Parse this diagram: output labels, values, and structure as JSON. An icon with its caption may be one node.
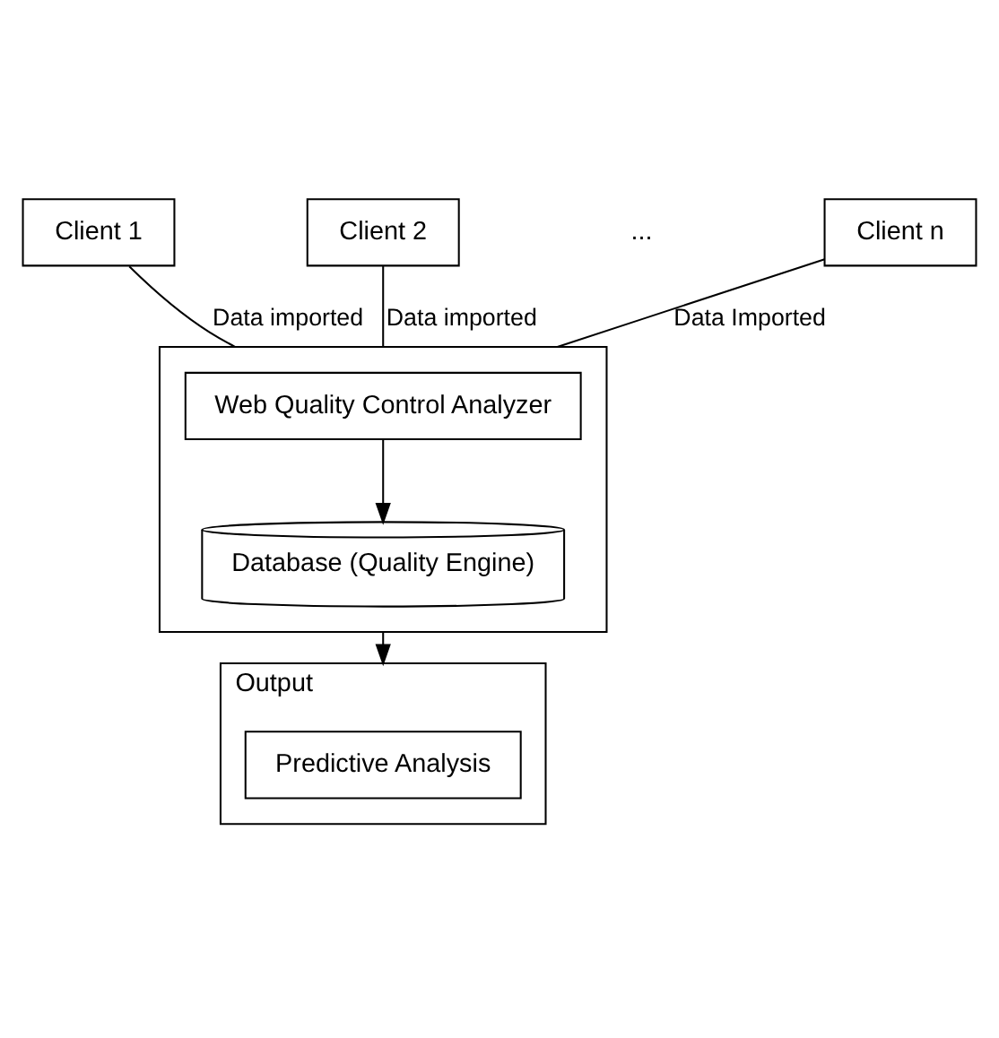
{
  "diagram": {
    "nodes": [
      {
        "text": [
          "Client 1"
        ]
      },
      {
        "text": [
          "Client 2"
        ]
      },
      {
        "text": [
          "Client n"
        ]
      },
      {
        "text": [],
        "shape": "box"
      },
      {
        "text": [
          "Web Quality Control Analyzer"
        ],
        "in": 3
      },
      {
        "text": [
          "Database (Quality Engine)"
        ],
        "in": 3
      },
      {
        "text": [
          "Output"
        ]
      },
      {
        "text": [
          "Predictive Analysis"
        ],
        "in": 6
      }
    ],
    "edges": [
      {
        "from": 0,
        "to": 3,
        "arrow": "none",
        "label": "Data imported"
      },
      {
        "from": 1,
        "to": 3,
        "arrow": "none",
        "label": "Data imported"
      },
      {
        "from": 2,
        "to": 3,
        "arrow": "none",
        "label": "Data Imported"
      },
      {
        "from": 4,
        "to": 5,
        "arrow": "to"
      },
      {
        "from": 3,
        "to": 6,
        "arrow": "to"
      }
    ],
    "labels": [
      "..."
    ]
  }
}
